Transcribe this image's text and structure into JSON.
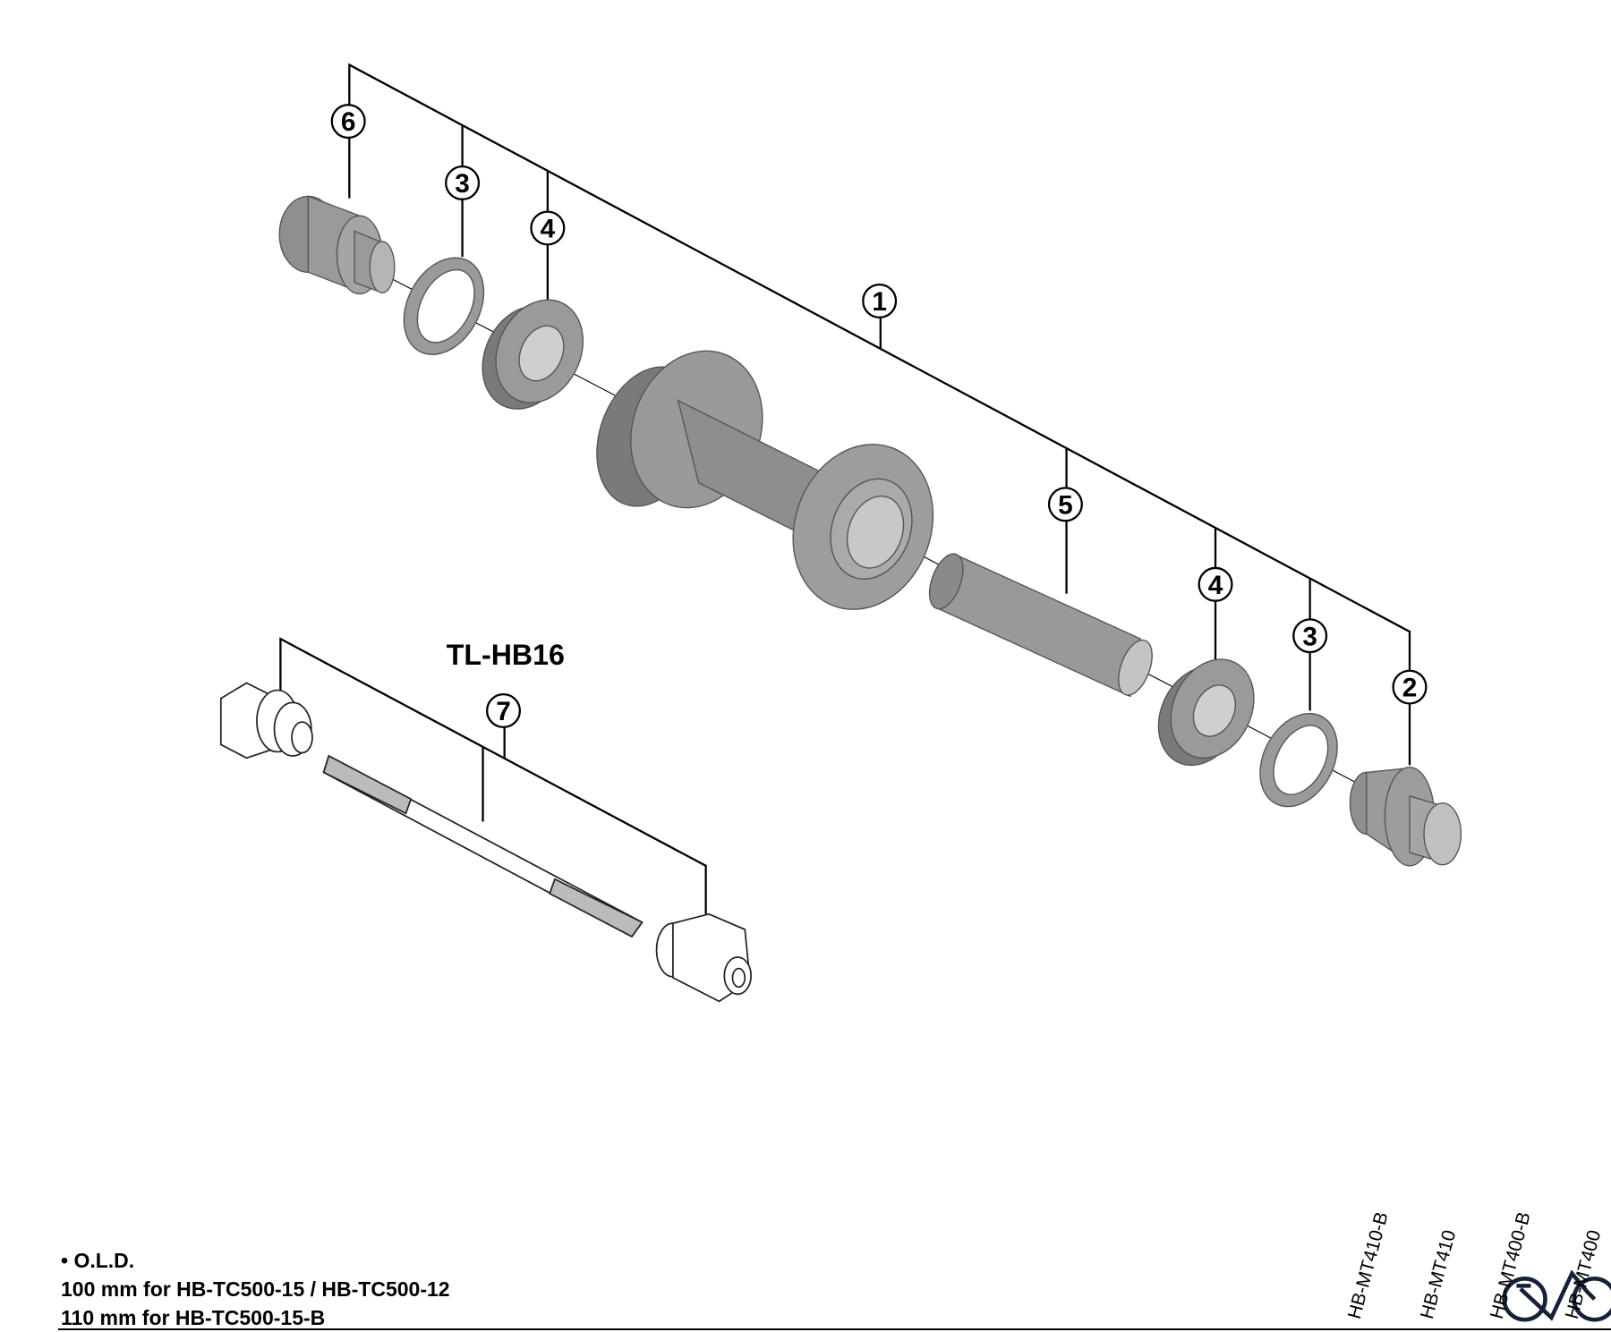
{
  "diagram": {
    "tool_label": "TL-HB16",
    "callouts": {
      "c6": "6",
      "c3a": "3",
      "c4a": "4",
      "c1": "1",
      "c5": "5",
      "c4b": "4",
      "c3b": "3",
      "c2": "2",
      "c7": "7"
    }
  },
  "notes": {
    "title": "• O.L.D.",
    "line1": "100 mm for HB-TC500-15 / HB-TC500-12",
    "line2": "110 mm for HB-TC500-15-B"
  },
  "models": [
    "HB-MT410-B",
    "HB-MT410",
    "HB-MT400-B",
    "HB-MT400"
  ],
  "colors": {
    "part": "#8f8f8f",
    "part_dark": "#6e6e6e",
    "part_light": "#b5b5b5",
    "line": "#000000"
  }
}
